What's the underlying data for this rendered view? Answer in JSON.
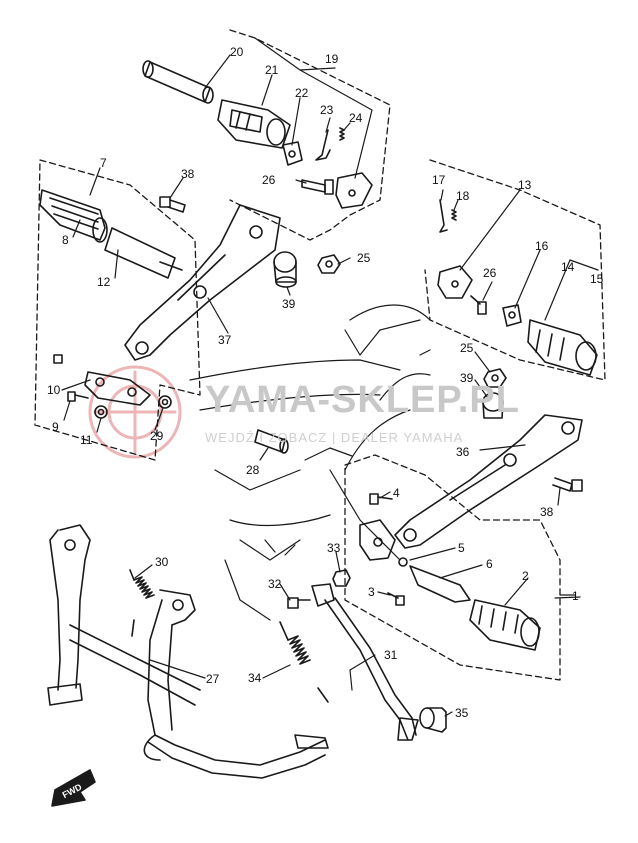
{
  "labels": {
    "l1": "1",
    "l2": "2",
    "l3": "3",
    "l4": "4",
    "l5": "5",
    "l6": "6",
    "l7": "7",
    "l8": "8",
    "l9": "9",
    "l10": "10",
    "l11": "11",
    "l12": "12",
    "l13": "13",
    "l14": "14",
    "l15": "15",
    "l16": "16",
    "l17": "17",
    "l18": "18",
    "l19": "19",
    "l20": "20",
    "l21": "21",
    "l22": "22",
    "l23": "23",
    "l24": "24",
    "l25a": "25",
    "l25b": "25",
    "l26a": "26",
    "l26b": "26",
    "l27": "27",
    "l28": "28",
    "l29": "29",
    "l30": "30",
    "l31": "31",
    "l32": "32",
    "l33": "33",
    "l34": "34",
    "l35": "35",
    "l36": "36",
    "l37": "37",
    "l38a": "38",
    "l38b": "38",
    "l39a": "39",
    "l39b": "39"
  },
  "watermark": {
    "main": "YAMA-SKLEP.PL",
    "sub": "WEJDŹ I ZOBACZ | DEALER YAMAHA"
  },
  "fwd_badge": "FWD",
  "colors": {
    "line": "#1a1a1a",
    "watermark_logo": "#e9a3a3",
    "watermark_text": "#c8c8c8"
  }
}
